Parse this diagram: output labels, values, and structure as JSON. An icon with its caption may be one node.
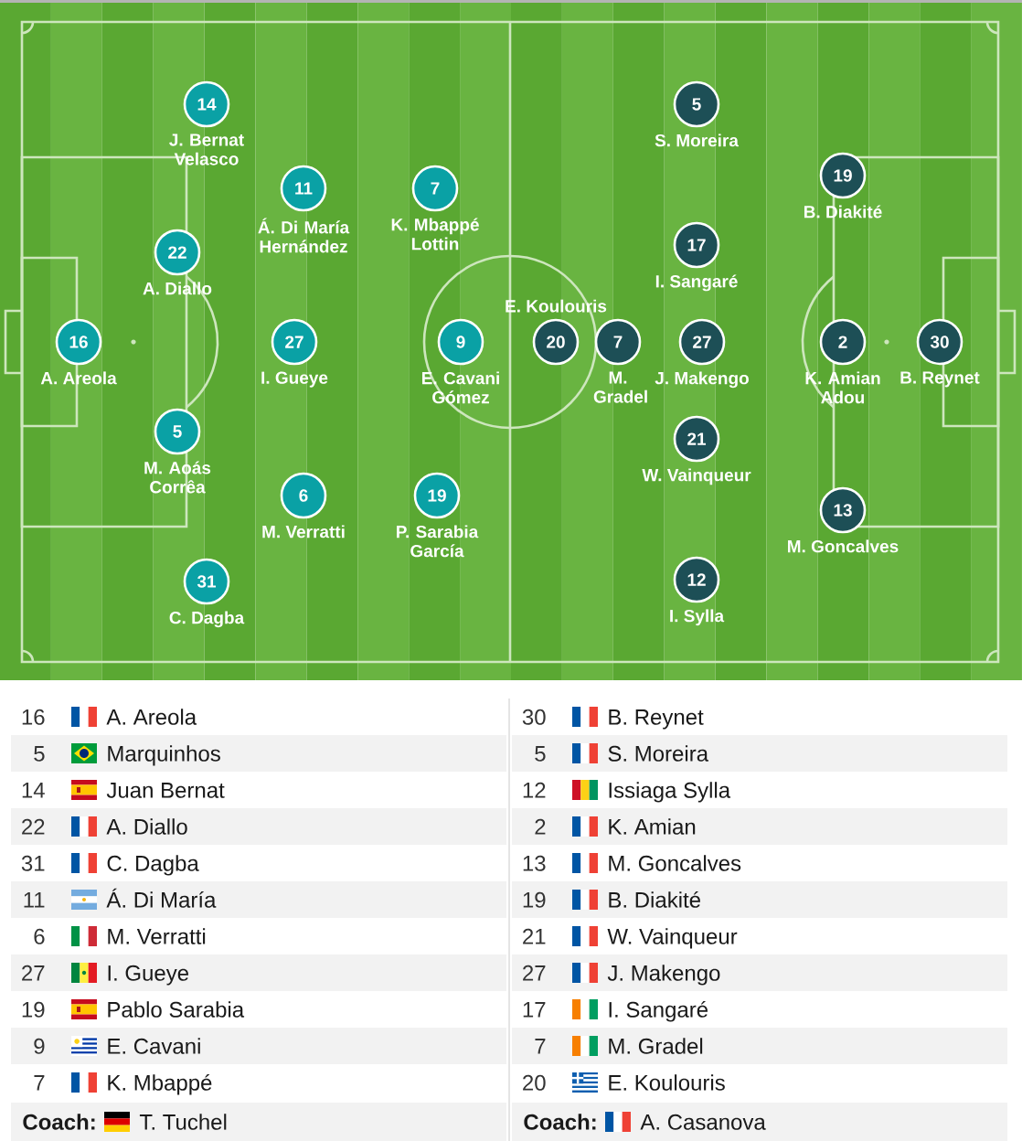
{
  "diagram": {
    "nodes": [
      {
        "text": [
          "14"
        ],
        "beside": [
          "J. Bernat Velasco"
        ]
      },
      {
        "text": [
          "11"
        ],
        "beside": [
          "Á. Di María Hernández"
        ]
      },
      {
        "text": [
          "7"
        ],
        "beside": [
          "K. Mbappé Lottin"
        ]
      },
      {
        "text": [
          "22"
        ],
        "beside": [
          "A. Diallo"
        ]
      },
      {
        "text": [
          "16"
        ],
        "beside": [
          "A. Areola"
        ]
      },
      {
        "text": [
          "27"
        ],
        "beside": [
          "I. Gueye"
        ]
      },
      {
        "text": [
          "9"
        ],
        "beside": [
          "E. Cavani Gómez"
        ]
      },
      {
        "text": [
          "5"
        ],
        "beside": [
          "M. Aoás Corrêa"
        ]
      },
      {
        "text": [
          "6"
        ],
        "beside": [
          "M. Verratti"
        ]
      },
      {
        "text": [
          "19"
        ],
        "beside": [
          "P. Sarabia García"
        ]
      },
      {
        "text": [
          "31"
        ],
        "beside": [
          "C. Dagba"
        ]
      },
      {
        "text": [
          "5"
        ],
        "beside": [
          "S. Moreira"
        ]
      },
      {
        "text": [
          "19"
        ],
        "beside": [
          "B. Diakité"
        ]
      },
      {
        "text": [
          "17"
        ],
        "beside": [
          "I. Sangaré"
        ]
      },
      {
        "text": [
          "20"
        ],
        "beside": [
          "E. Koulouris"
        ]
      },
      {
        "text": [
          "7"
        ],
        "beside": [
          "M. Gradel"
        ]
      },
      {
        "text": [
          "27"
        ],
        "beside": [
          "J. Makengo"
        ]
      },
      {
        "text": [
          "2"
        ],
        "beside": [
          "K. Amian Adou"
        ]
      },
      {
        "text": [
          "30"
        ],
        "beside": [
          "B. Reynet"
        ]
      },
      {
        "text": [
          "21"
        ],
        "beside": [
          "W. Vainqueur"
        ]
      },
      {
        "text": [
          "13"
        ],
        "beside": [
          "M. Goncalves"
        ]
      },
      {
        "text": [
          "12"
        ],
        "beside": [
          "I. Sylla"
        ]
      }
    ],
    "labels": [
      "16",
      "A. Areola",
      "30",
      "B. Reynet",
      "5",
      "Marquinhos",
      "5",
      "S. Moreira",
      "14",
      "Juan Bernat",
      "12",
      "Issiaga Sylla",
      "22",
      "A. Diallo",
      "2",
      "K. Amian",
      "31",
      "C. Dagba",
      "13",
      "M. Goncalves",
      "11",
      "Á. Di María",
      "19",
      "B. Diakité",
      "6",
      "M. Verratti",
      "21",
      "W. Vainqueur",
      "27",
      "I. Gueye",
      "27",
      "J. Makengo",
      "19",
      "Pablo Sarabia",
      "17",
      "I. Sangaré",
      "9",
      "E. Cavani",
      "7",
      "M. Gradel",
      "7",
      "K. Mbappé",
      "20",
      "E. Koulouris",
      "Coach:",
      "T. Tuchel",
      "Coach:",
      "A. Casanova"
    ]
  }
}
